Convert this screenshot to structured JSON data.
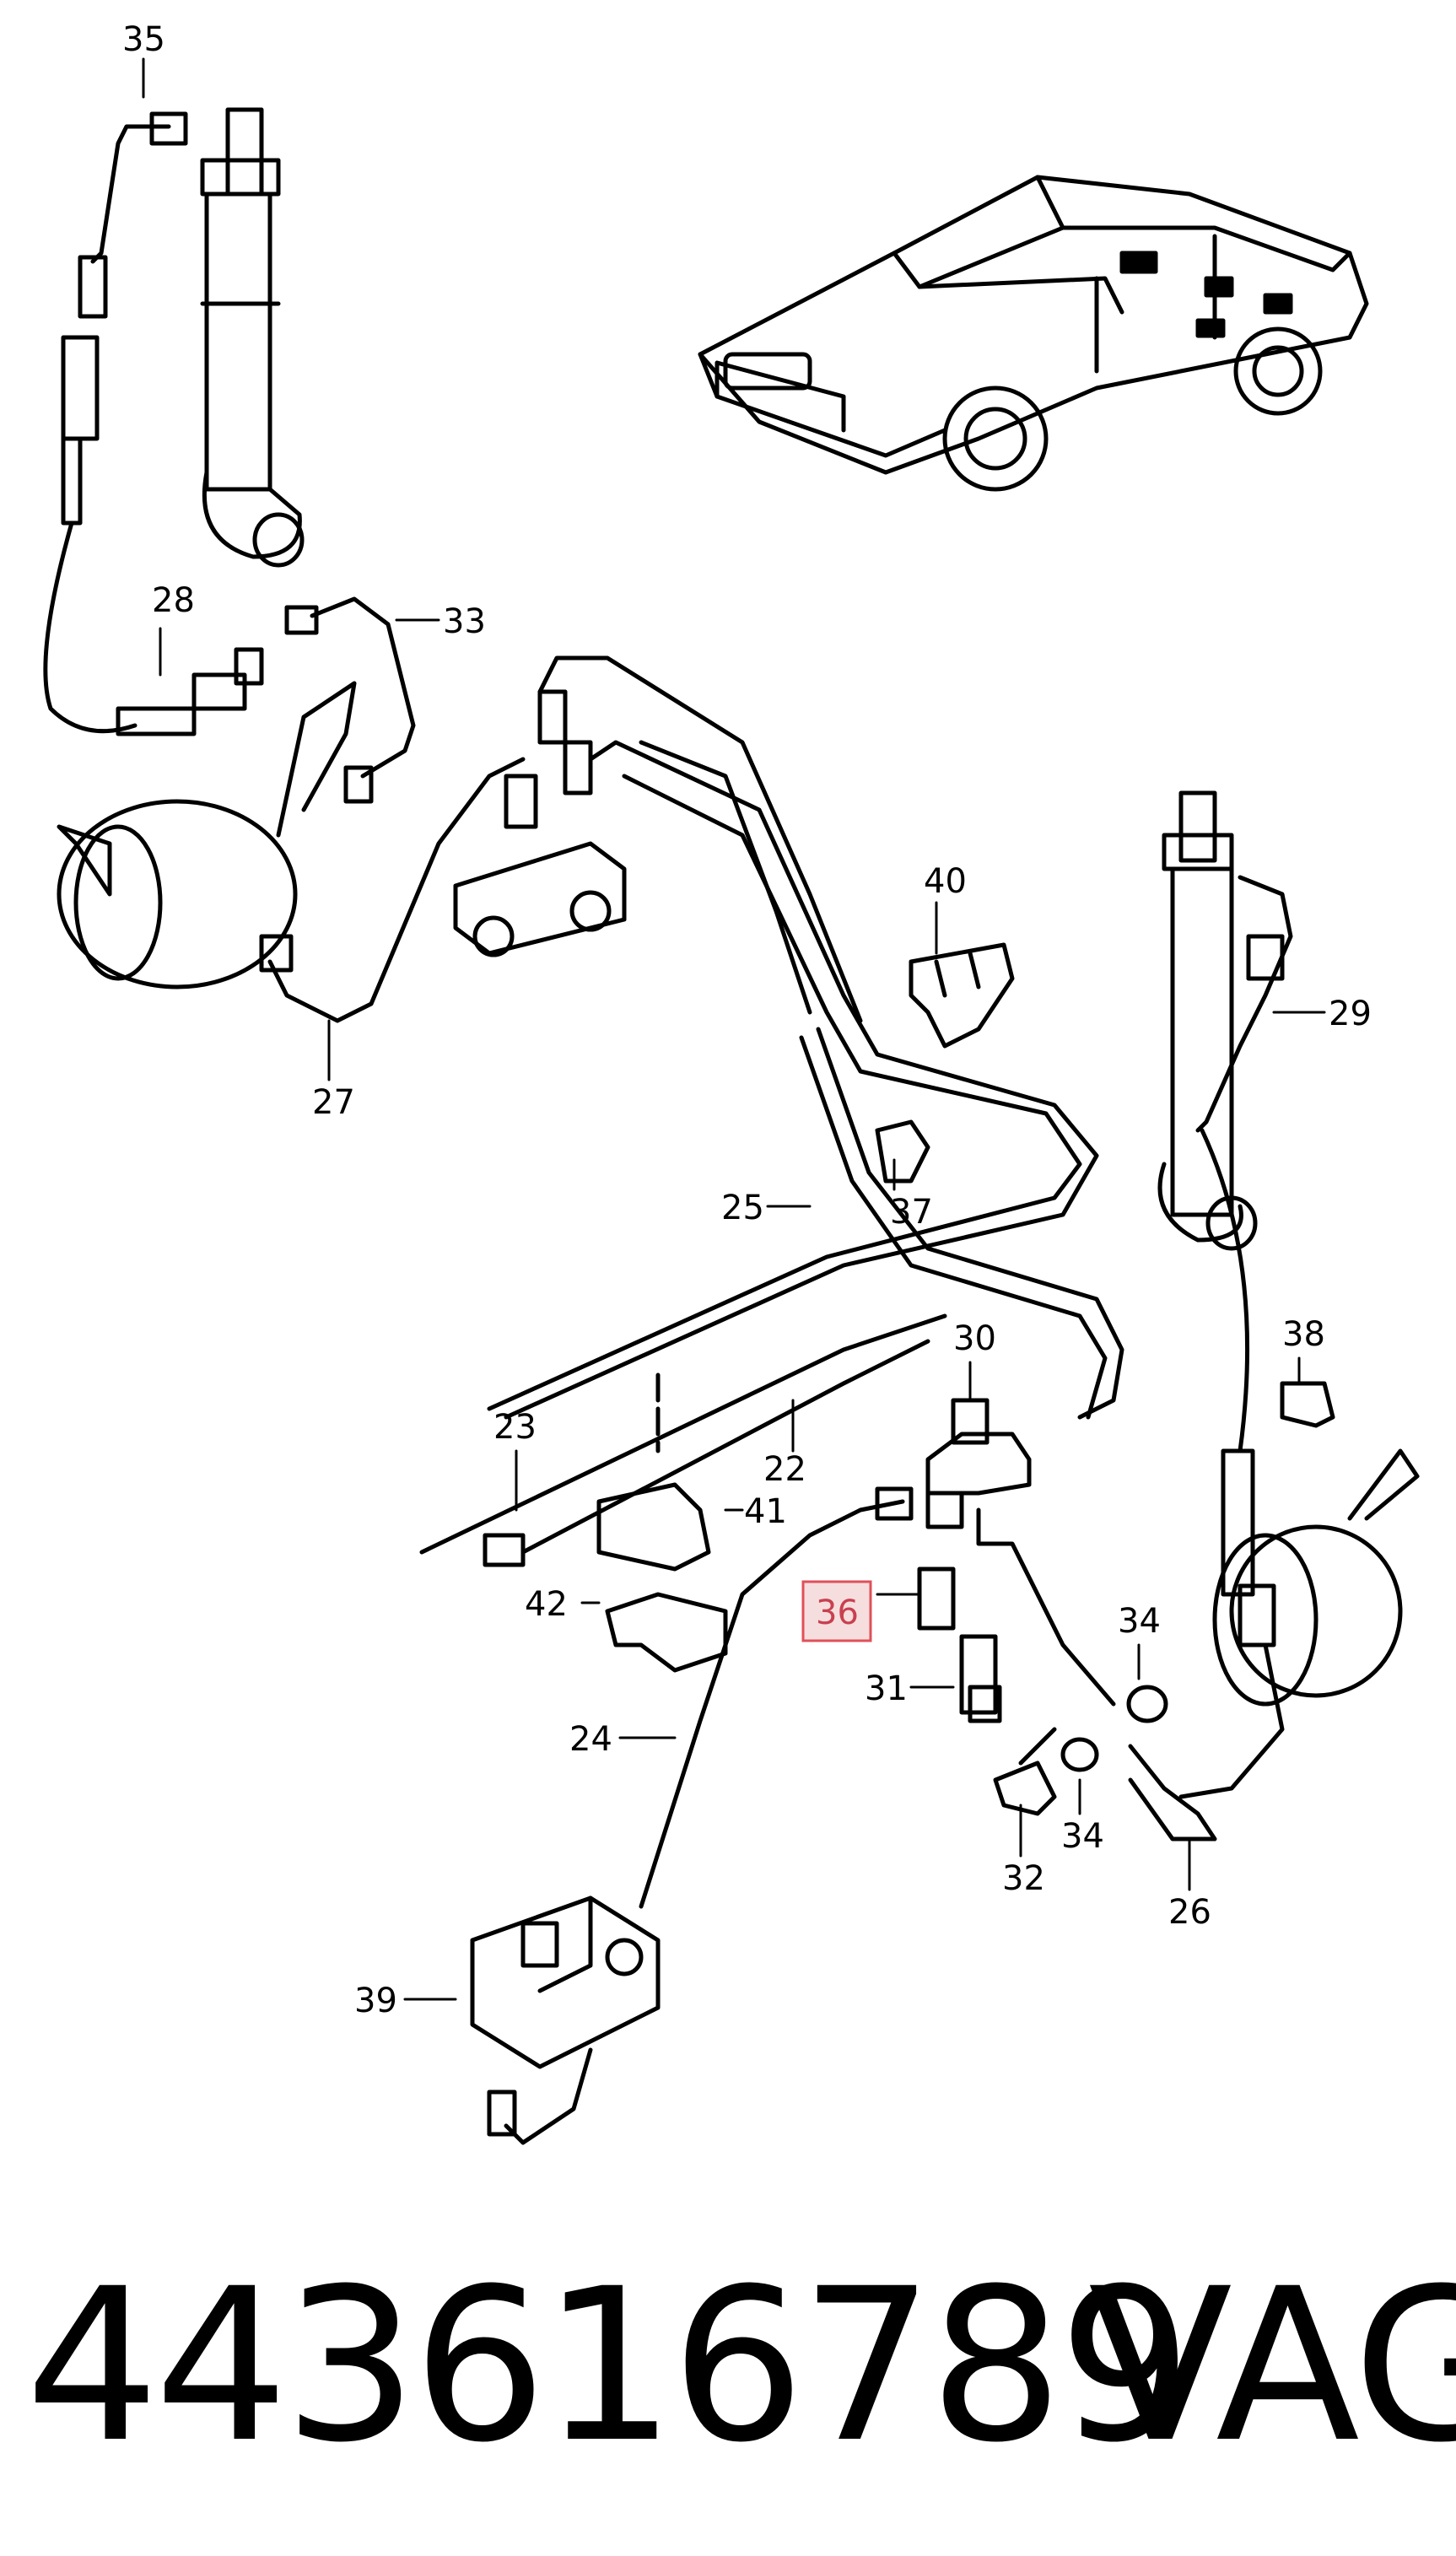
{
  "callouts": {
    "c35": "35",
    "c28": "28",
    "c33": "33",
    "c27": "27",
    "c40": "40",
    "c29": "29",
    "c37": "37",
    "c25": "25",
    "c30": "30",
    "c38": "38",
    "c23": "23",
    "c22": "22",
    "c41": "41",
    "c42": "42",
    "c36": "36",
    "c34a": "34",
    "c31": "31",
    "c34b": "34",
    "c24": "24",
    "c32": "32",
    "c26": "26",
    "c39": "39"
  },
  "highlight": {
    "callout": "36",
    "color": "#e0505a"
  },
  "footer": {
    "part_number": "443616789",
    "brand": "VAG"
  }
}
